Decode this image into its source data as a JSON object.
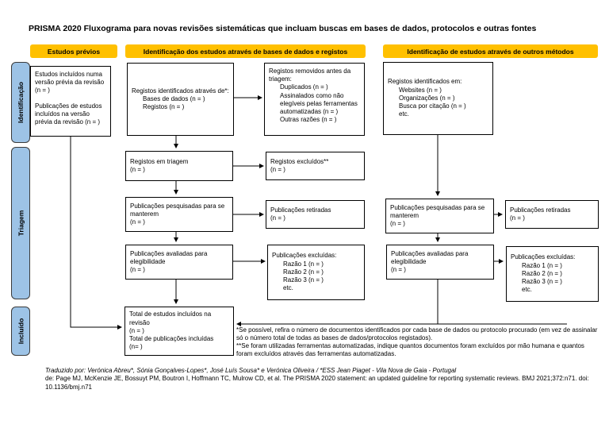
{
  "title": "PRISMA 2020 Fluxograma para novas revisões sistemáticas que incluam buscas em bases de dados, protocolos e outras fontes",
  "colors": {
    "header_bg": "#FFC000",
    "sidebar_bg": "#9DC3E6",
    "box_border": "#000000"
  },
  "headers": {
    "previous": "Estudos prévios",
    "databases": "Identificação dos estudos através de bases de dados e registos",
    "other_methods": "Identificação de estudos através de outros métodos"
  },
  "sidebar": {
    "identification": "Identificação",
    "screening": "Triagem",
    "included": "Incluído"
  },
  "boxes": {
    "previous_studies": {
      "para1": "Estudos incluídos numa versão prévia da revisão (n = )",
      "para2": "Publicações de estudos incluídos na versão prévia da revisão (n = )"
    },
    "records_identified_db": {
      "title": "Registos identificados através de*:",
      "items": [
        "Bases de dados (n = )",
        "Registos (n = )"
      ]
    },
    "records_removed": {
      "title": "Registos removidos antes da triagem:",
      "items": [
        "Duplicados (n = )",
        "Assinalados como não elegíveis pelas ferramentas automatizadas (n = )",
        "Outras razões (n = )"
      ]
    },
    "records_screened": {
      "line1": "Registos em triagem",
      "line2": "(n = )"
    },
    "records_excluded": {
      "line1": "Registos excluídos**",
      "line2": "(n = )"
    },
    "reports_sought_db": {
      "line1": "Publicações pesquisadas para se manterem",
      "line2": "(n = )"
    },
    "reports_not_retrieved_db": {
      "line1": "Publicações retiradas",
      "line2": "(n = )"
    },
    "reports_assessed_db": {
      "line1": "Publicações avaliadas para elegibilidade",
      "line2": "(n = )"
    },
    "reports_excluded_db": {
      "title": "Publicações excluídas:",
      "items": [
        "Razão 1 (n = )",
        "Razão 2 (n = )",
        "Razão 3 (n = )",
        "etc."
      ]
    },
    "records_identified_other": {
      "title": "Registos identificados em:",
      "items": [
        "Websites (n = )",
        "Organizações (n = )",
        "Busca por citação (n = )",
        "etc."
      ]
    },
    "reports_sought_other": {
      "line1": "Publicações pesquisadas para se manterem",
      "line2": "(n = )"
    },
    "reports_not_retrieved_other": {
      "line1": "Publicações retiradas",
      "line2": "(n = )"
    },
    "reports_assessed_other": {
      "line1": "Publicações avaliadas para elegibilidade",
      "line2": "(n = )"
    },
    "reports_excluded_other": {
      "title": "Publicações excluídas:",
      "items": [
        "Razão 1 (n = )",
        "Razão 2 (n = )",
        "Razão 3 (n = )",
        "etc."
      ]
    },
    "total_included": {
      "line1": "Total de estudos incluídos na revisão",
      "line2": "(n = )",
      "line3": "Total de publicações incluídas",
      "line4": "(n= )"
    }
  },
  "footnotes": {
    "note1": "*Se possível, refira o número de documentos identificados por cada base de dados ou protocolo procurado (em vez de assinalar só o número total de todas as bases de dados/protocolos registados).",
    "note2": "**Se foram utilizadas ferramentas automatizadas, indique quantos documentos foram excluídos por mão humana e quantos foram excluídos através das ferramentas automatizadas."
  },
  "credits": {
    "line1": "Traduzido por: Verónica Abreu*, Sónia Gonçalves-Lopes*, José Luís Sousa* e Verónica Oliveira / *ESS Jean Piaget - Vila Nova de Gaia - Portugal",
    "line2": "de: Page MJ, McKenzie JE, Bossuyt PM, Boutron I, Hoffmann TC, Mulrow CD, et al. The PRISMA 2020 statement: an updated guideline for reporting systematic reviews. BMJ 2021;372:n71. doi: 10.1136/bmj.n71"
  }
}
